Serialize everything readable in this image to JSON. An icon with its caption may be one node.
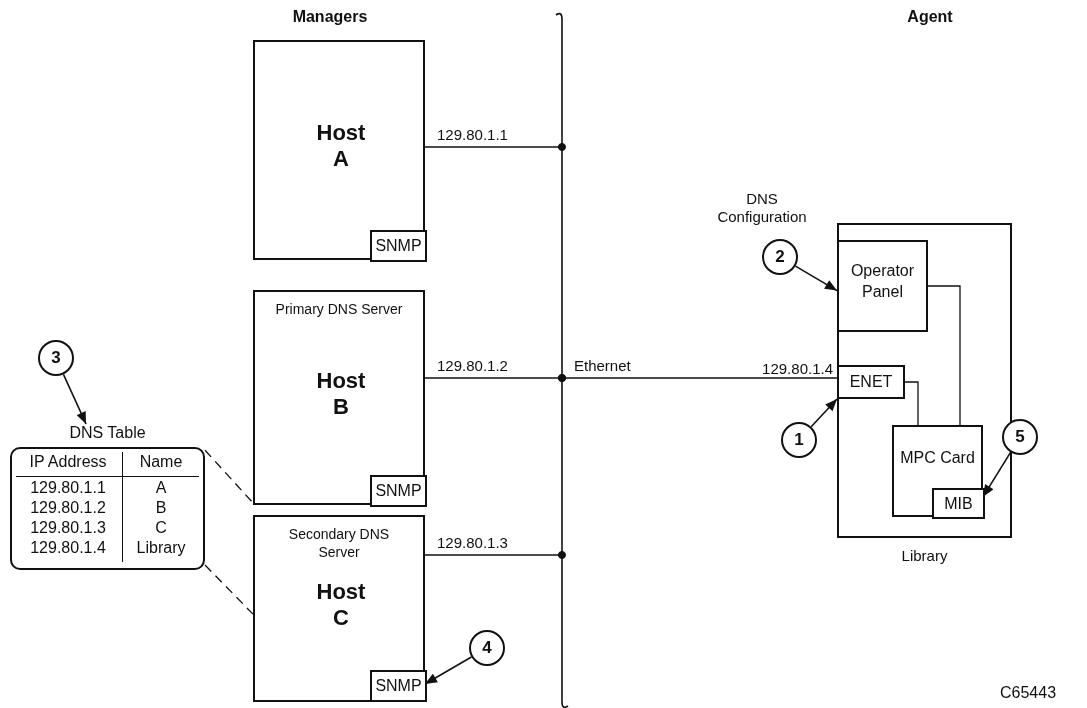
{
  "diagram": {
    "nodes": [
      {
        "text": [
          "Host A"
        ]
      },
      {
        "text": [
          "SNMP"
        ],
        "in": 0
      },
      {
        "text": [
          "Primary DNS Server",
          "Host B"
        ]
      },
      {
        "text": [
          "SNMP"
        ],
        "in": 2
      },
      {
        "text": [
          "Secondary DNS Server",
          "Host C"
        ]
      },
      {
        "text": [
          "SNMP"
        ],
        "in": 4
      },
      {
        "text": [],
        "shape": "bar"
      },
      {
        "text": [
          "DNS Table",
          "IP Address",
          "Name",
          "129.80.1.1",
          "A",
          "129.80.1.2",
          "B",
          "129.80.1.3",
          "C",
          "129.80.1.4",
          "Library"
        ]
      },
      {
        "text": [
          "Library"
        ]
      },
      {
        "text": [
          "Operator Panel"
        ],
        "in": 8
      },
      {
        "text": [
          "ENET"
        ],
        "in": 8,
        "beside": [
          "129.80.1.4"
        ]
      },
      {
        "text": [
          "MPC Card"
        ],
        "in": 8
      },
      {
        "text": [
          "MIB"
        ],
        "in": 11
      },
      {
        "text": [
          "1"
        ]
      },
      {
        "text": [
          "2"
        ],
        "beside": [
          "DNS Configuration"
        ]
      },
      {
        "text": [
          "3"
        ]
      },
      {
        "text": [
          "4"
        ]
      },
      {
        "text": [
          "5"
        ]
      }
    ],
    "edges": [
      {
        "from": 0,
        "to": 6,
        "arrow": "other",
        "label": "129.80.1.1"
      },
      {
        "from": 2,
        "to": 6,
        "arrow": "other",
        "label": "129.80.1.2"
      },
      {
        "from": 4,
        "to": 6,
        "arrow": "other",
        "label": "129.80.1.3"
      },
      {
        "from": 6,
        "to": 10,
        "arrow": "other",
        "label": "Ethernet"
      },
      {
        "from": 7,
        "to": 2,
        "arrow": "none",
        "style": "dashed"
      },
      {
        "from": 7,
        "to": 4,
        "arrow": "none",
        "style": "dashed"
      },
      {
        "from": 9,
        "to": 11,
        "arrow": "none"
      },
      {
        "from": 10,
        "to": 11,
        "arrow": "none"
      },
      {
        "from": 13,
        "to": 10,
        "arrow": "to"
      },
      {
        "from": 14,
        "to": 9,
        "arrow": "to"
      },
      {
        "from": 15,
        "to": 7,
        "arrow": "to"
      },
      {
        "from": 16,
        "to": 5,
        "arrow": "to"
      },
      {
        "from": 17,
        "to": 12,
        "arrow": "to"
      }
    ],
    "labels": [
      "Managers",
      "Agent",
      "C65443"
    ]
  }
}
